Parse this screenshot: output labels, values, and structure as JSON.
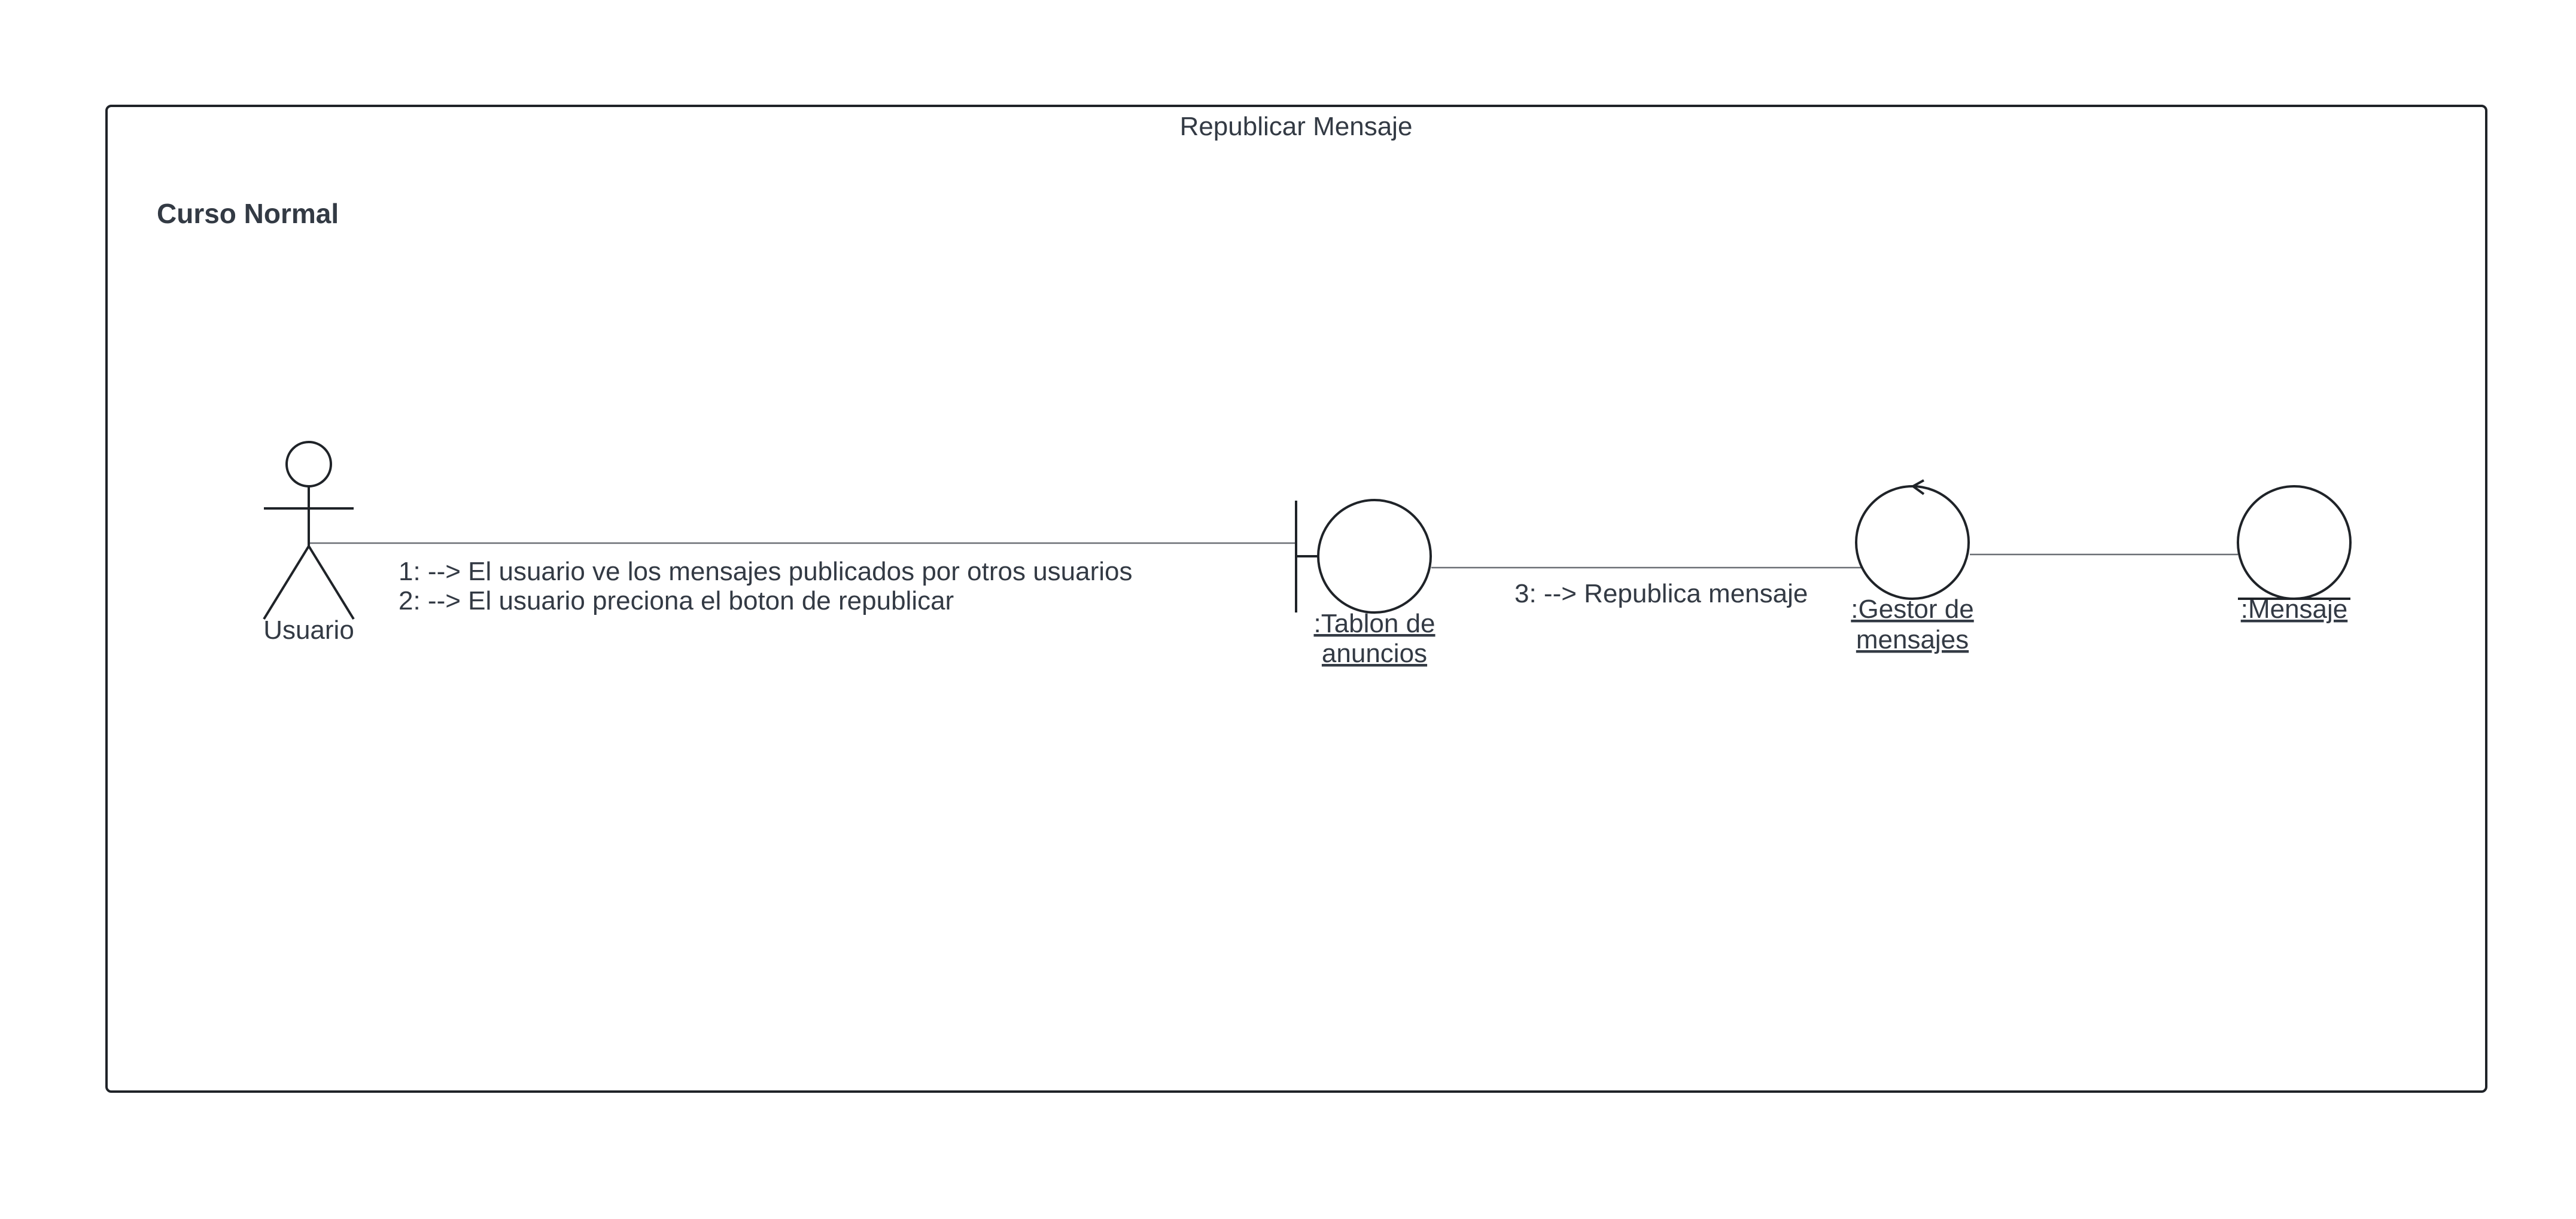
{
  "diagram": {
    "title": "Republicar Mensaje",
    "subtitle": "Curso Normal",
    "actor": {
      "label": "Usuario",
      "icon": "actor-stick-figure-icon"
    },
    "objects": [
      {
        "stereotype": "boundary",
        "icon": "boundary-icon",
        "label_lines": [
          ":Tablon de",
          "anuncios"
        ]
      },
      {
        "stereotype": "control",
        "icon": "control-icon",
        "label_lines": [
          ":Gestor de",
          "mensajes"
        ]
      },
      {
        "stereotype": "entity",
        "icon": "entity-icon",
        "label_lines": [
          ":Mensaje"
        ]
      }
    ],
    "messages": {
      "actor_to_boundary": [
        "1: --> El usuario ve los mensajes publicados por otros usuarios",
        "2: --> El usuario preciona el boton de republicar"
      ],
      "boundary_to_control": [
        "3: --> Republica mensaje"
      ]
    },
    "colors": {
      "stroke": "#1f2328",
      "text": "#333a44",
      "connector": "#6b6f75"
    }
  }
}
